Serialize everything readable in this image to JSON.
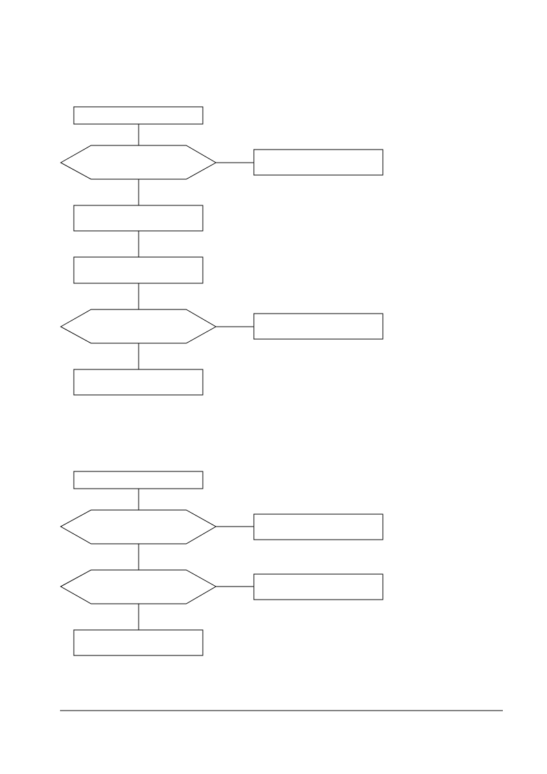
{
  "diagrams": [
    {
      "id": "flowchart-1",
      "nodes": [
        {
          "id": "n1",
          "type": "process",
          "label": ""
        },
        {
          "id": "n2",
          "type": "decision",
          "label": ""
        },
        {
          "id": "n3",
          "type": "process",
          "label": ""
        },
        {
          "id": "n4",
          "type": "process",
          "label": ""
        },
        {
          "id": "n5",
          "type": "process",
          "label": ""
        },
        {
          "id": "n6",
          "type": "decision",
          "label": ""
        },
        {
          "id": "n7",
          "type": "process",
          "label": ""
        },
        {
          "id": "n8",
          "type": "process",
          "label": ""
        }
      ],
      "edges": [
        {
          "from": "n1",
          "to": "n2"
        },
        {
          "from": "n2",
          "to": "n3"
        },
        {
          "from": "n2",
          "to": "n4"
        },
        {
          "from": "n4",
          "to": "n5"
        },
        {
          "from": "n5",
          "to": "n6"
        },
        {
          "from": "n6",
          "to": "n7"
        },
        {
          "from": "n6",
          "to": "n8"
        }
      ]
    },
    {
      "id": "flowchart-2",
      "nodes": [
        {
          "id": "m1",
          "type": "process",
          "label": ""
        },
        {
          "id": "m2",
          "type": "decision",
          "label": ""
        },
        {
          "id": "m3",
          "type": "process",
          "label": ""
        },
        {
          "id": "m4",
          "type": "decision",
          "label": ""
        },
        {
          "id": "m5",
          "type": "process",
          "label": ""
        },
        {
          "id": "m6",
          "type": "process",
          "label": ""
        }
      ],
      "edges": [
        {
          "from": "m1",
          "to": "m2"
        },
        {
          "from": "m2",
          "to": "m3"
        },
        {
          "from": "m2",
          "to": "m4"
        },
        {
          "from": "m4",
          "to": "m5"
        },
        {
          "from": "m4",
          "to": "m6"
        }
      ]
    }
  ]
}
